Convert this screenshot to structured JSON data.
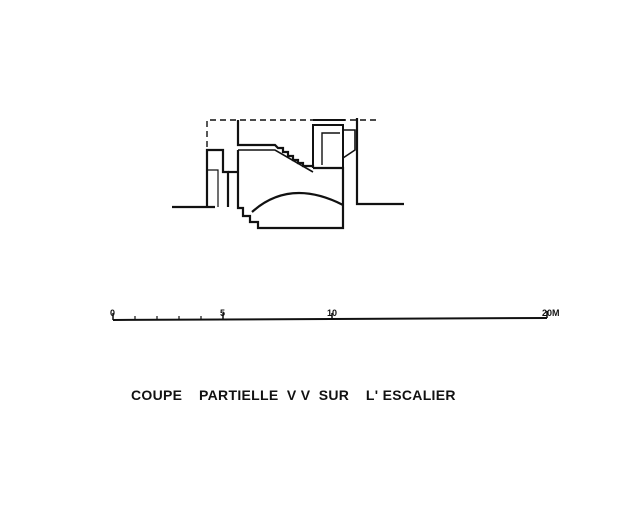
{
  "drawing": {
    "title": "COUPE    PARTIELLE  V V  SUR    L' ESCALIER",
    "scale_labels": [
      "0",
      "5",
      "10",
      "20M"
    ],
    "ink_color": "#111111"
  }
}
